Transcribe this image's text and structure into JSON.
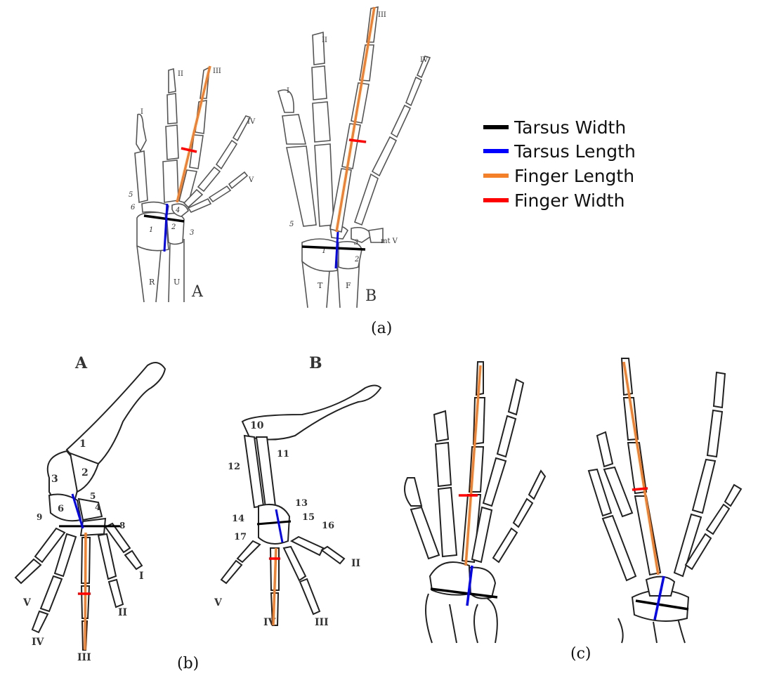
{
  "legend": {
    "items": [
      {
        "label": "Tarsus Width",
        "color": "#000000"
      },
      {
        "label": "Tarsus Length",
        "color": "#0000ff"
      },
      {
        "label": "Finger Length",
        "color": "#f5802a"
      },
      {
        "label": "Finger Width",
        "color": "#ff0000"
      }
    ]
  },
  "captions": {
    "a": "(a)",
    "b": "(b)",
    "c": "(c)"
  },
  "panel_a": {
    "hand_A": {
      "letter": "A",
      "digits": [
        "I",
        "II",
        "III",
        "IV",
        "V"
      ],
      "bone_numbers": [
        "5",
        "6",
        "1",
        "2",
        "3",
        "4"
      ],
      "limb_bones": [
        "R",
        "U"
      ]
    },
    "hand_B": {
      "letter": "B",
      "digits": [
        "I",
        "II",
        "III",
        "IV"
      ],
      "bone_numbers": [
        "5",
        "1",
        "2",
        "3"
      ],
      "extra": "mt V",
      "limb_bones": [
        "T",
        "F"
      ]
    }
  },
  "panel_b": {
    "hand_A": {
      "letter": "A",
      "numbers": [
        "1",
        "2",
        "3",
        "4",
        "5",
        "6",
        "8",
        "9"
      ],
      "digits": [
        "V",
        "IV",
        "III",
        "II",
        "I"
      ]
    },
    "hand_B": {
      "letter": "B",
      "numbers": [
        "10",
        "11",
        "12",
        "13",
        "14",
        "15",
        "16",
        "17"
      ],
      "digits": [
        "V",
        "IV",
        "III",
        "II"
      ]
    }
  }
}
